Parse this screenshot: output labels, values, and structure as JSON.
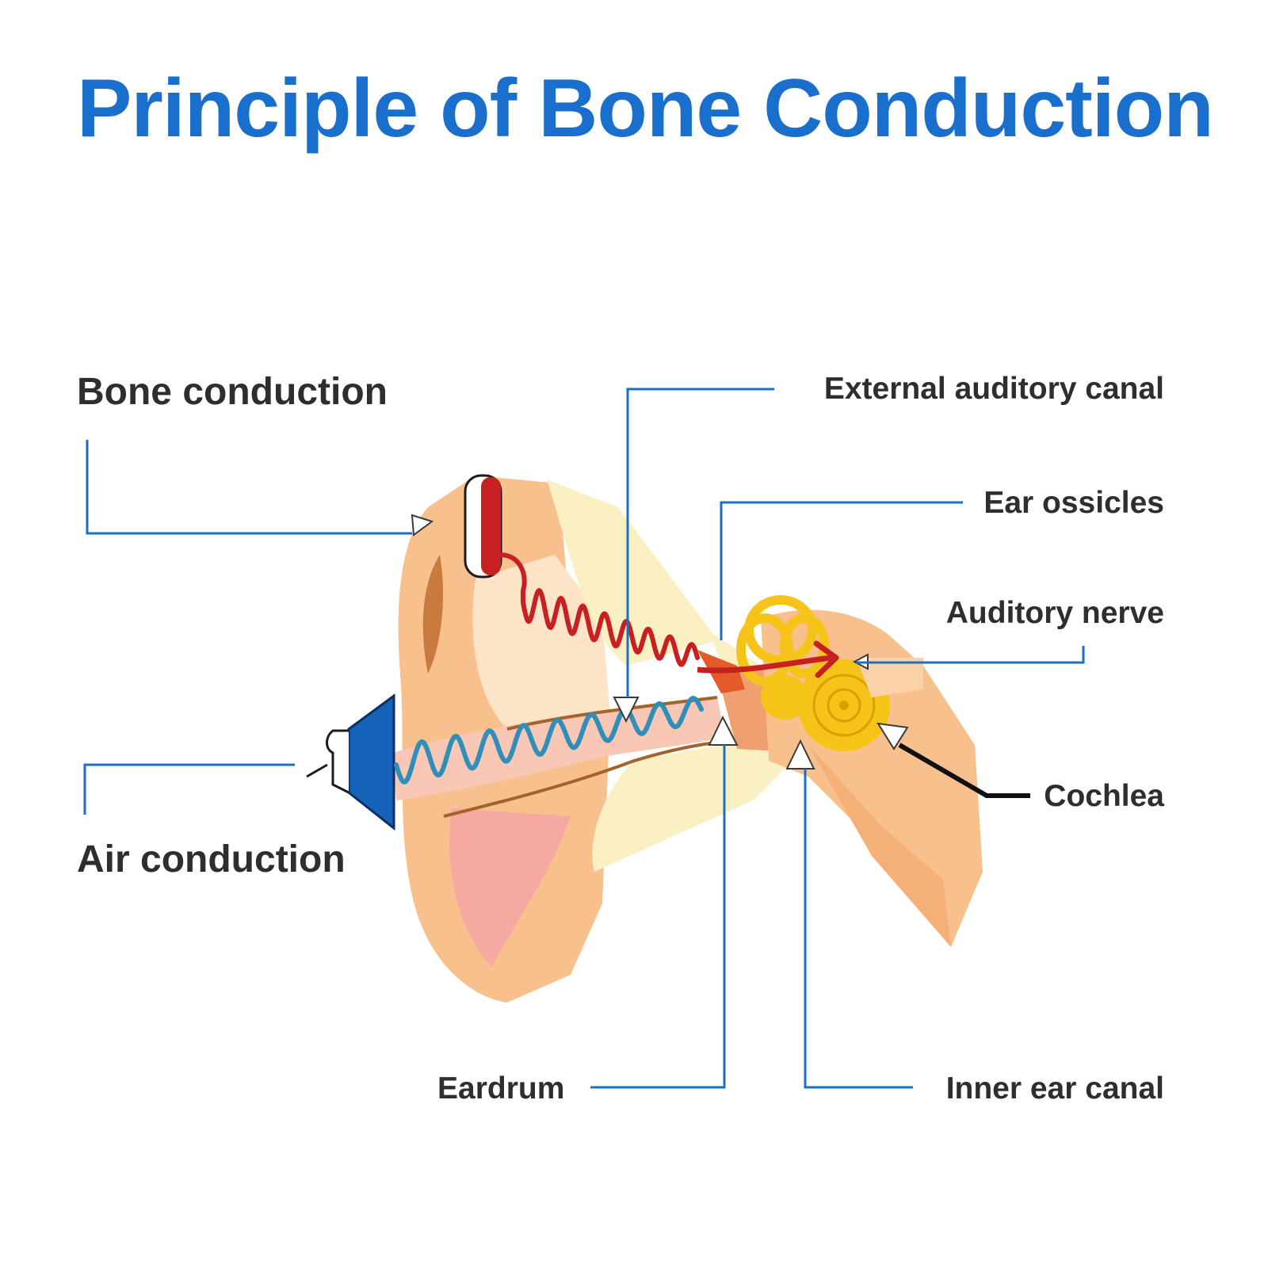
{
  "title": "Principle of Bone Conduction",
  "labels": {
    "bone_conduction": "Bone conduction",
    "air_conduction": "Air conduction",
    "external_auditory_canal": "External auditory canal",
    "ear_ossicles": "Ear ossicles",
    "auditory_nerve": "Auditory nerve",
    "cochlea": "Cochlea",
    "eardrum": "Eardrum",
    "inner_ear_canal": "Inner ear canal"
  },
  "colors": {
    "title": "#1a6fcc",
    "leader": "#1e6ec2",
    "bone_wave": "#c62020",
    "air_wave": "#2f8fb8",
    "speaker": "#1463b8",
    "skin": "#f7c08d",
    "skin_light": "#fde4c8",
    "canal": "#f5a9a0",
    "bone": "#fbefc4",
    "cochlea": "#f6c318"
  }
}
